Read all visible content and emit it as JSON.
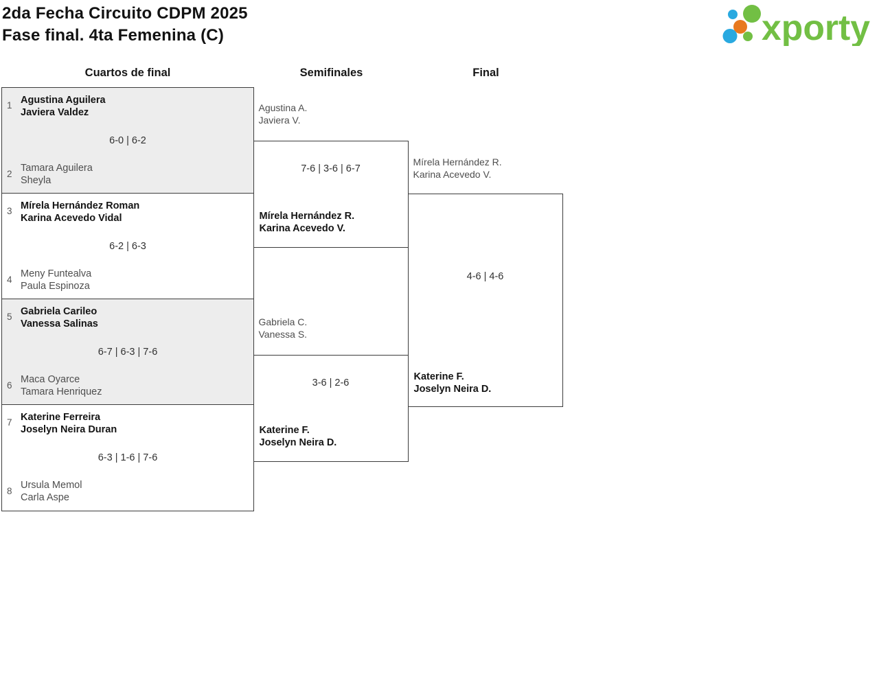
{
  "header": {
    "title_line1": "2da Fecha Circuito CDPM 2025",
    "title_line2": "Fase final. 4ta Femenina (C)",
    "logo_text": "xporty"
  },
  "columns": {
    "quarterfinals": "Cuartos de final",
    "semifinals": "Semifinales",
    "final": "Final"
  },
  "colors": {
    "logo_green": "#72bf44",
    "logo_blue": "#29a9e0",
    "logo_orange": "#e8791e",
    "shaded_box": "#ededed",
    "border": "#3b3b3b",
    "winner_text": "#141414",
    "loser_text": "#4e4e4e"
  },
  "bracket": {
    "quarterfinals": [
      {
        "seed_top": "1",
        "team_top": [
          "Agustina Aguilera",
          "Javiera Valdez"
        ],
        "score": "6-0 | 6-2",
        "seed_bottom": "2",
        "team_bottom": [
          "Tamara Aguilera",
          "Sheyla"
        ],
        "winner": "top"
      },
      {
        "seed_top": "3",
        "team_top": [
          "Mírela Hernández Roman",
          "Karina Acevedo Vidal"
        ],
        "score": "6-2 | 6-3",
        "seed_bottom": "4",
        "team_bottom": [
          "Meny Funtealva",
          "Paula Espinoza"
        ],
        "winner": "top"
      },
      {
        "seed_top": "5",
        "team_top": [
          "Gabriela Carileo",
          "Vanessa Salinas"
        ],
        "score": "6-7 | 6-3 | 7-6",
        "seed_bottom": "6",
        "team_bottom": [
          "Maca Oyarce",
          "Tamara Henriquez"
        ],
        "winner": "top"
      },
      {
        "seed_top": "7",
        "team_top": [
          "Katerine Ferreira",
          "Joselyn Neira Duran"
        ],
        "score": "6-3 | 1-6 | 7-6",
        "seed_bottom": "8",
        "team_bottom": [
          "Ursula Memol",
          "Carla Aspe"
        ],
        "winner": "top"
      }
    ],
    "semifinals": [
      {
        "team_top": [
          "Agustina A.",
          "Javiera V."
        ],
        "score": "7-6 | 3-6 | 6-7",
        "team_bottom": [
          "Mírela Hernández R.",
          "Karina Acevedo V."
        ],
        "winner": "bottom"
      },
      {
        "team_top": [
          "Gabriela C.",
          "Vanessa S."
        ],
        "score": "3-6 | 2-6",
        "team_bottom": [
          "Katerine F.",
          "Joselyn Neira D."
        ],
        "winner": "bottom"
      }
    ],
    "final": {
      "team_top": [
        "Mírela Hernández R.",
        "Karina Acevedo V."
      ],
      "score": "4-6 | 4-6",
      "team_bottom": [
        "Katerine F.",
        "Joselyn Neira D."
      ],
      "winner": "bottom"
    }
  }
}
